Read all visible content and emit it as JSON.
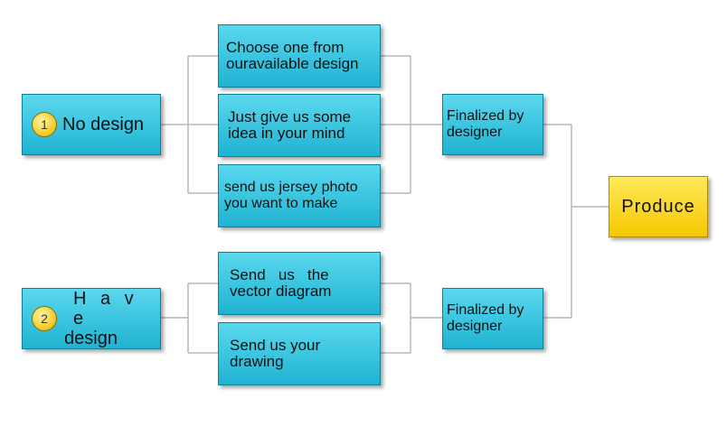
{
  "start_nodes": [
    {
      "number": "1",
      "label": "No design"
    },
    {
      "number": "2",
      "label": "H a v e",
      "label2": "design"
    }
  ],
  "options": [
    {
      "line1": "Choose one from",
      "line2": "ouravailable design"
    },
    {
      "line1": "Just give us some",
      "line2": "idea in your mind"
    },
    {
      "line1": "send us jersey photo",
      "line2": "you want to make"
    },
    {
      "line1": "Send   us   the",
      "line2": "vector diagram"
    },
    {
      "line1": "Send us your",
      "line2": "drawing"
    }
  ],
  "finalized": [
    {
      "line1": "Finalized by",
      "line2": "designer"
    },
    {
      "line1": "Finalized by",
      "line2": "designer"
    }
  ],
  "end_node": {
    "label": "Produce"
  },
  "colors": {
    "box": "#2ec3e0",
    "end": "#f5d21a",
    "badge": "#f2c81c",
    "line": "#b9b9b9"
  }
}
